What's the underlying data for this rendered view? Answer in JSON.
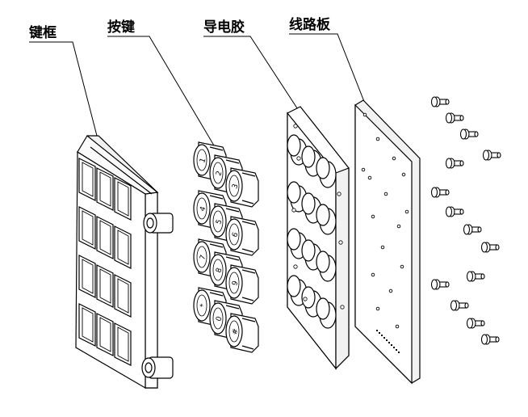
{
  "labels": {
    "keyframe": "键框",
    "keys": "按键",
    "conductive_rubber": "导电胶",
    "circuit_board": "线路板"
  },
  "colors": {
    "line": "#000000",
    "fill": "#ffffff",
    "shade": "#e6e6e6",
    "dark": "#3a3a3a"
  },
  "icons": [
    "screw-icon",
    "key-cap-icon"
  ]
}
